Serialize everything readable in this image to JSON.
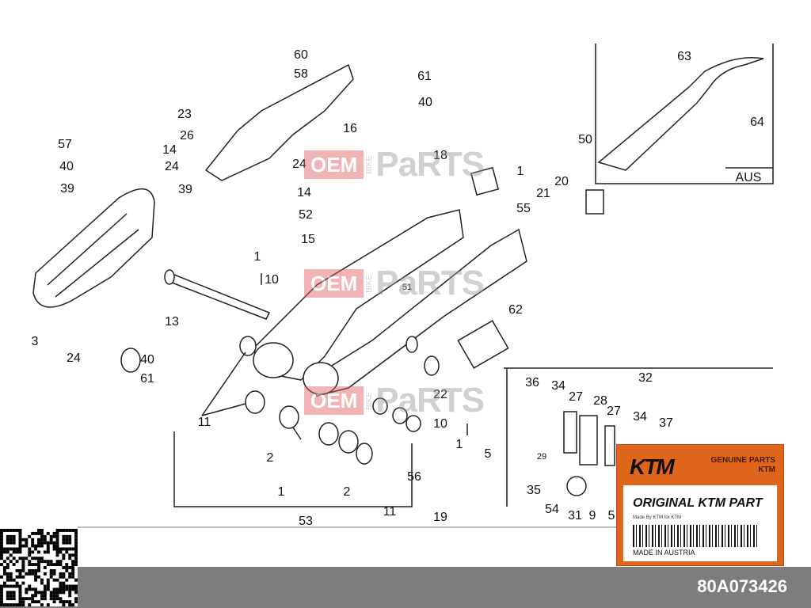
{
  "diagram": {
    "callouts": [
      "60",
      "58",
      "61",
      "40",
      "23",
      "26",
      "16",
      "57",
      "14",
      "40",
      "24",
      "39",
      "24",
      "18",
      "39",
      "14",
      "52",
      "15",
      "1",
      "10",
      "51",
      "13",
      "3",
      "24",
      "40",
      "61",
      "62",
      "22",
      "10",
      "1",
      "11",
      "2",
      "56",
      "19",
      "1",
      "2",
      "53",
      "11",
      "63",
      "64",
      "50",
      "1",
      "21",
      "20",
      "55",
      "36",
      "34",
      "27",
      "28",
      "27",
      "32",
      "34",
      "37",
      "5",
      "29",
      "35",
      "54",
      "31",
      "9",
      "5"
    ],
    "inset_region_label": "AUS"
  },
  "watermark": {
    "oem": "OEM",
    "bike": "BIKE",
    "parts": "PaRTS"
  },
  "label": {
    "brand": "KTM",
    "genuine": "GENUINE PARTS",
    "genuine_sub": "KTM",
    "title": "ORIGINAL KTM PART",
    "made_by": "Made By KTM for KTM",
    "made_in": "MADE IN AUSTRIA"
  },
  "footer": {
    "part_number": "80A073426"
  },
  "colors": {
    "label_orange": "#e0651c",
    "footer_gray": "#7d7d7d"
  }
}
